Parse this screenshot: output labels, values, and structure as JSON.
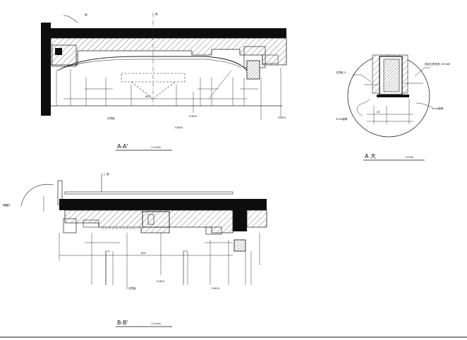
{
  "drawing": {
    "views": [
      {
        "id": "aa",
        "title": "A-A'",
        "scale": "1:20mm"
      },
      {
        "id": "detail",
        "title": "A 大",
        "scale": "1:5mm"
      },
      {
        "id": "bb",
        "title": "B-B'",
        "scale": "1:20mm"
      }
    ],
    "labels": {
      "aa_axis": "轴",
      "aa_wall": "墙",
      "aa_note": "石膏板",
      "aa_level1": "FL800",
      "aa_level2": "FL800",
      "aa_level3": "FL800",
      "aa_dim": "800",
      "detail_note_top": "成品石膏线条 100x60",
      "detail_note_left": "石膏板 5",
      "detail_note_bl": "5mm缝隙",
      "detail_note_br": "5mm缝隙",
      "detail_dim": "40",
      "bb_top": "上 部",
      "bb_left": "暗藏灯",
      "bb_note": "石膏板",
      "bb_level1": "FL800",
      "bb_level2": "FL800",
      "bb_dim": "800"
    }
  }
}
